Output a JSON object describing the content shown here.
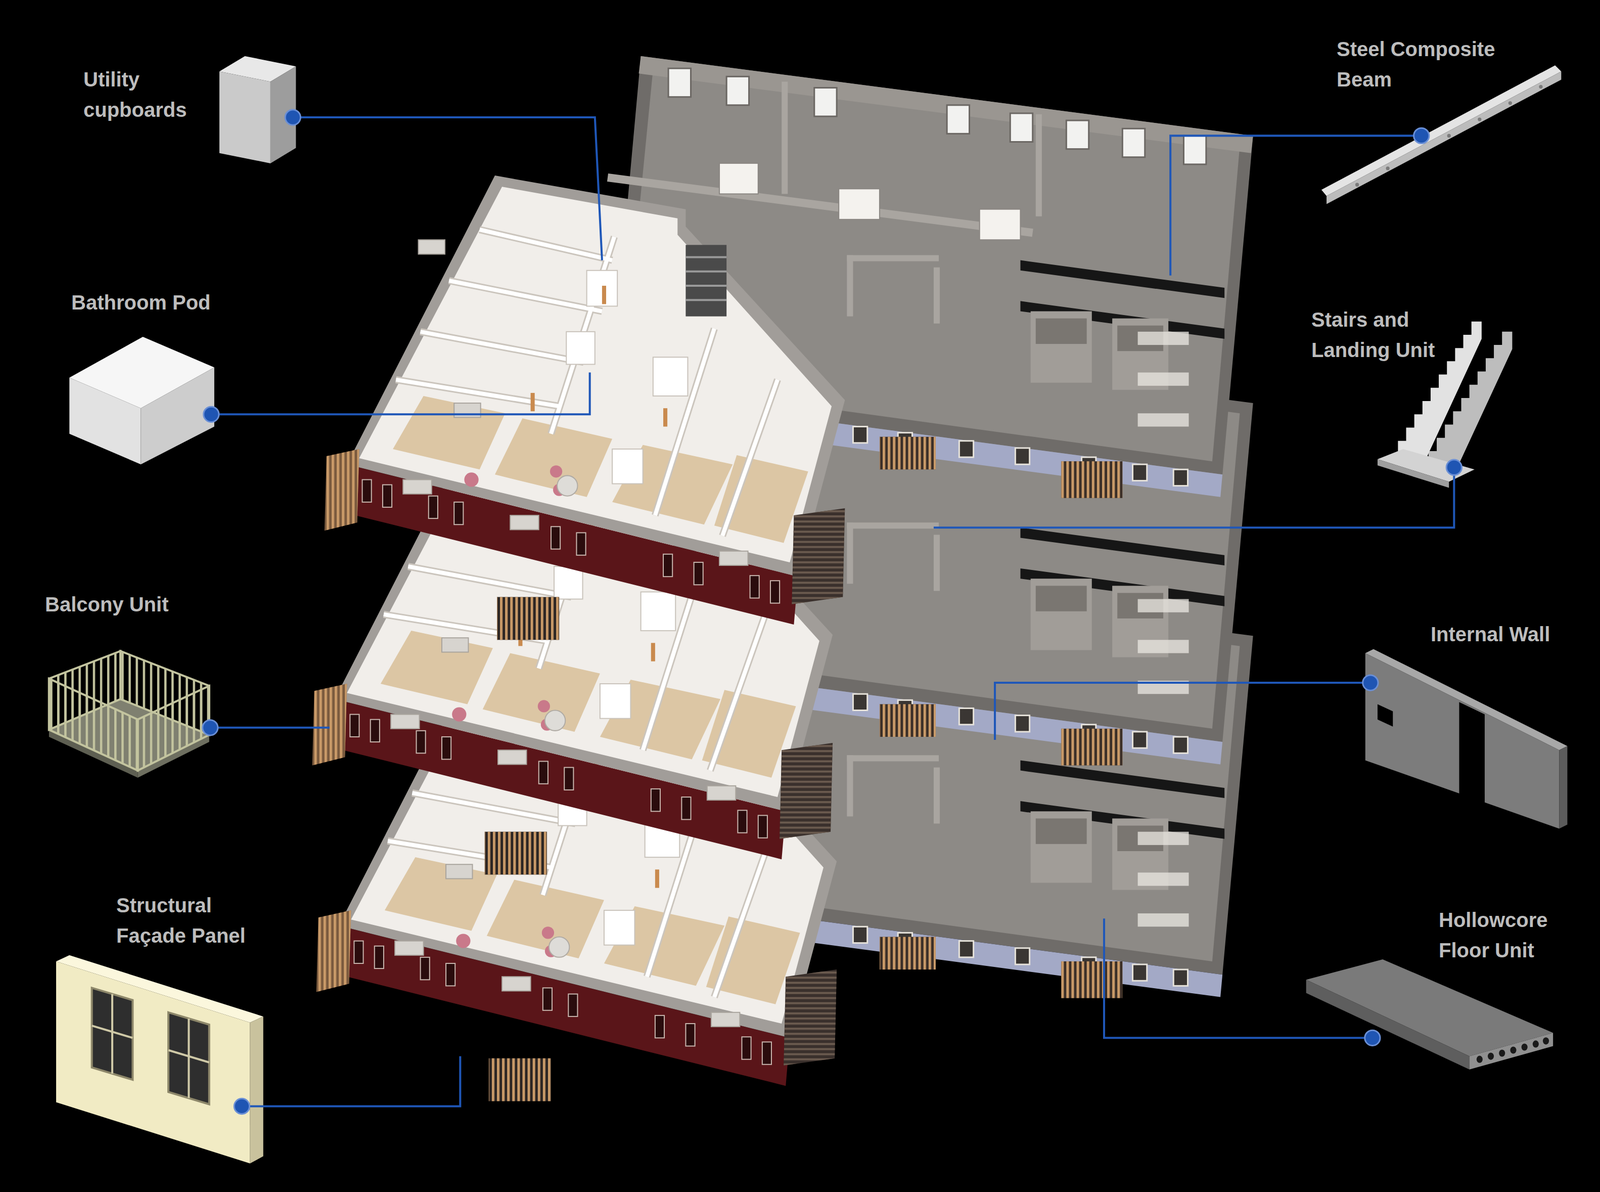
{
  "diagram": {
    "labels": [
      "Utility cupboards",
      "Steel Composite Beam",
      "Bathroom Pod",
      "Stairs and Landing Unit",
      "Balcony Unit",
      "Internal Wall",
      "Structural Façade Panel",
      "Hollowcore Floor Unit"
    ]
  }
}
